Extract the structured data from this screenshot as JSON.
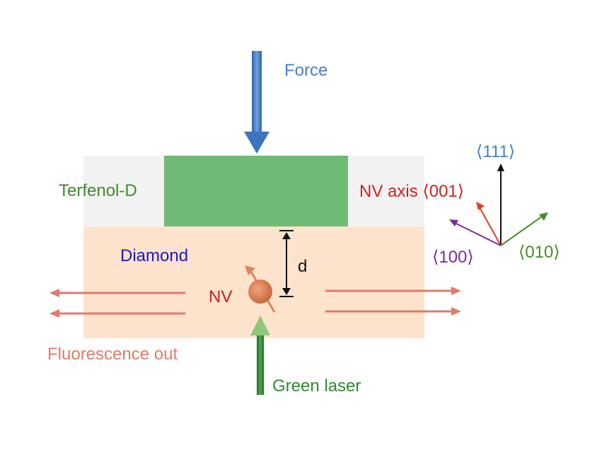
{
  "labels": {
    "force": "Force",
    "terfenol": "Terfenol-D",
    "nv_axis": "NV axis ⟨001⟩",
    "diamond": "Diamond",
    "d": "d",
    "nv": "NV",
    "fluorescence": "Fluorescence out",
    "green_laser": "Green laser",
    "dir_111": "⟨111⟩",
    "dir_100": "⟨100⟩",
    "dir_010": "⟨010⟩"
  },
  "colors": {
    "force": "#4a7fc4",
    "terfenol_block": "#6fbb74",
    "terfenol_text": "#3f8a2e",
    "side_block": "#f2f2f2",
    "diamond_block": "#fde3cc",
    "diamond_text": "#1a1acc",
    "nv_text": "#d02020",
    "nv_sphere": "#e0845a",
    "fluorescence": "#e07a6a",
    "green_laser": "#2e8a2e",
    "laser_head": "#8fc87a",
    "dir_111": "#4a7fc4",
    "dir_100": "#7a2a9a",
    "dir_010": "#4a8a2a",
    "nv_axis": "#d02020",
    "black": "#111111"
  }
}
